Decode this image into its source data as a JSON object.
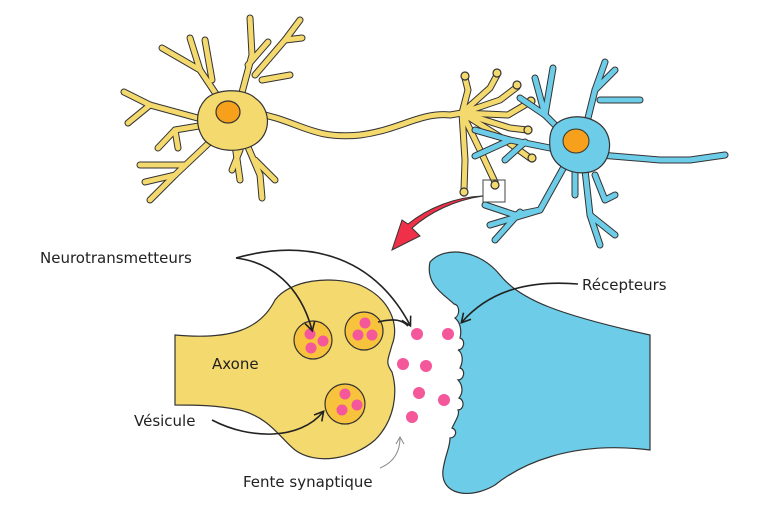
{
  "diagram": {
    "title_hidden": null,
    "labels": {
      "neurotransmitters": "Neurotransmetteurs",
      "receptors": "Récepteurs",
      "axon": "Axone",
      "vesicle": "Vésicule",
      "synaptic_cleft": "Fente synaptique"
    },
    "colors": {
      "presynaptic_neuron": "#f4d96e",
      "postsynaptic_neuron": "#6dcde8",
      "nucleus": "#f7a01c",
      "vesicle_fill": "#f8c33c",
      "neurotransmitter": "#f4579a",
      "zoom_arrow": "#f03049",
      "outline": "#333333"
    }
  }
}
